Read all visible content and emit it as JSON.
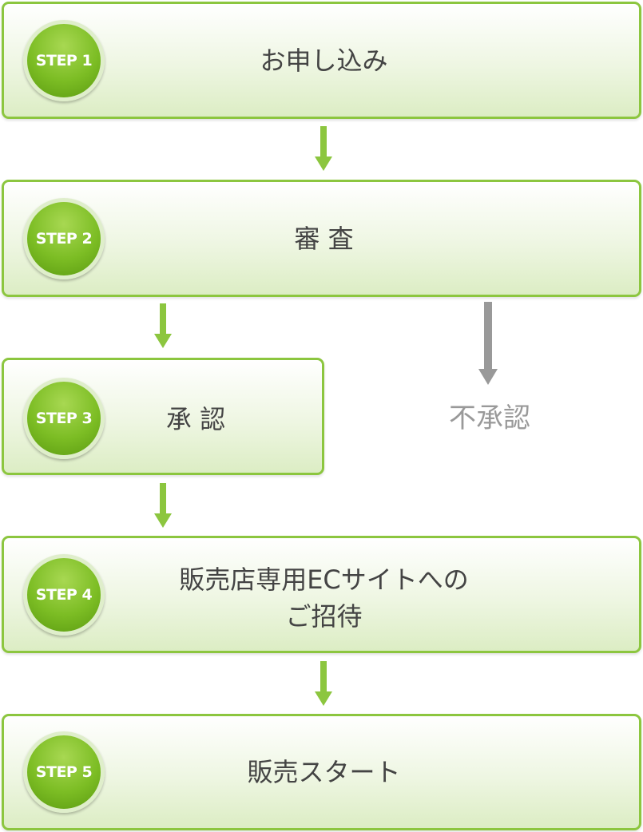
{
  "steps": [
    {
      "badge": "STEP 1",
      "text": "お申し込み"
    },
    {
      "badge": "STEP 2",
      "text": "審 査"
    },
    {
      "badge": "STEP 3",
      "text": "承 認"
    },
    {
      "badge": "STEP 4",
      "text_line1": "販売店専用ECサイトへの",
      "text_line2": "ご招待"
    },
    {
      "badge": "STEP 5",
      "text": "販売スタート"
    }
  ],
  "reject": {
    "text": "不承認"
  },
  "colors": {
    "accent": "#8cc63f",
    "arrow_green": "#8cc63f",
    "arrow_gray": "#999999",
    "text": "#444444"
  }
}
